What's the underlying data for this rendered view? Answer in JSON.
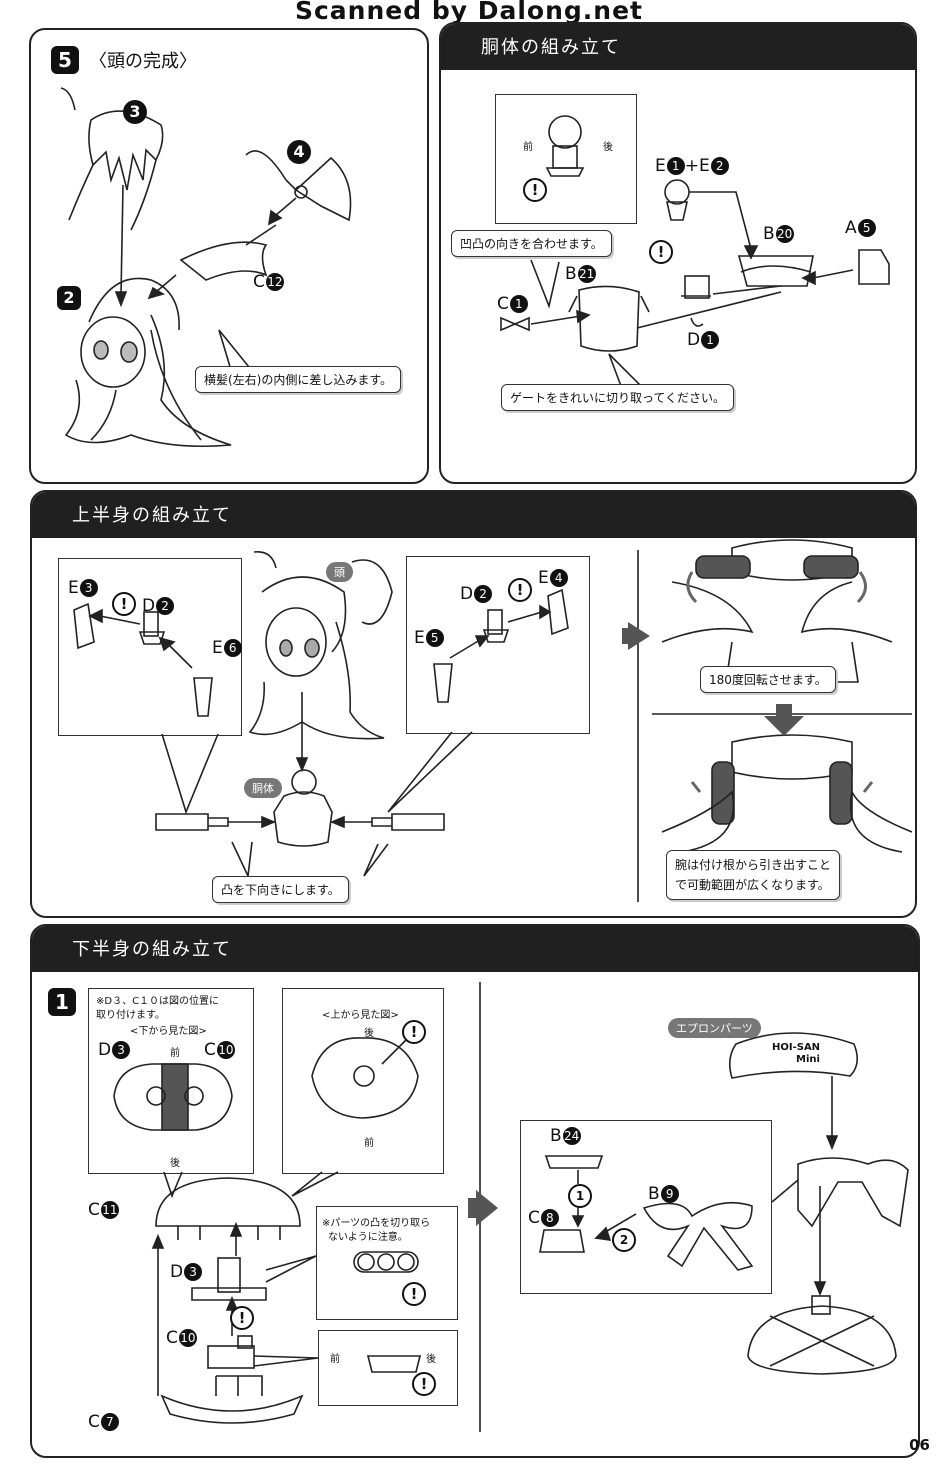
{
  "watermark": "Scanned by Dalong.net",
  "page_number": "06",
  "panel_head": {
    "step_no": "5",
    "title": "〈頭の完成〉",
    "parts": {
      "p3": "3",
      "p4": "4",
      "p2": "2",
      "c12_letter": "C",
      "c12_num": "12"
    },
    "note": "横髪(左右)の内側に差し込みます。"
  },
  "panel_torso": {
    "title": "胴体の組み立て",
    "front": "前",
    "back": "後",
    "e1_letter": "E",
    "e1_num": "1",
    "plus": "+",
    "e2_letter": "E",
    "e2_num": "2",
    "b20_letter": "B",
    "b20_num": "20",
    "a5_letter": "A",
    "a5_num": "5",
    "b21_letter": "B",
    "b21_num": "21",
    "c1_letter": "C",
    "c1_num": "1",
    "d1_letter": "D",
    "d1_num": "1",
    "note_align": "凹凸の向きを合わせます。",
    "note_gate": "ゲートをきれいに切り取ってください。"
  },
  "panel_upper": {
    "title": "上半身の組み立て",
    "e3_letter": "E",
    "e3_num": "3",
    "d2_letter": "D",
    "d2_num": "2",
    "e6_letter": "E",
    "e6_num": "6",
    "d2b_letter": "D",
    "d2b_num": "2",
    "e4_letter": "E",
    "e4_num": "4",
    "e5_letter": "E",
    "e5_num": "5",
    "tag_head": "頭",
    "tag_body": "胴体",
    "note_down": "凸を下向きにします。",
    "note_rotate": "180度回転させます。",
    "note_arm_1": "腕は付け根から引き出すこと",
    "note_arm_2": "で可動範囲が広くなります。"
  },
  "panel_lower": {
    "title": "下半身の組み立て",
    "step_no": "1",
    "note_pos_1": "※D３、C１０は図の位置に",
    "note_pos_2": "取り付けます。",
    "view_bottom": "<下から見た図>",
    "view_top": "<上から見た図>",
    "front": "前",
    "back": "後",
    "d3_letter": "D",
    "d3_num": "3",
    "c10_letter": "C",
    "c10_num": "10",
    "c11_letter": "C",
    "c11_num": "11",
    "c7_letter": "C",
    "c7_num": "7",
    "note_cut_1": "※パーツの凸を切り取ら",
    "note_cut_2": "ないように注意。",
    "tag_apron": "エプロンパーツ",
    "b24_letter": "B",
    "b24_num": "24",
    "c8_letter": "C",
    "c8_num": "8",
    "b9_letter": "B",
    "b9_num": "9",
    "order1": "1",
    "order2": "2",
    "print_1": "HOI-SAN",
    "print_2": "Mini"
  }
}
